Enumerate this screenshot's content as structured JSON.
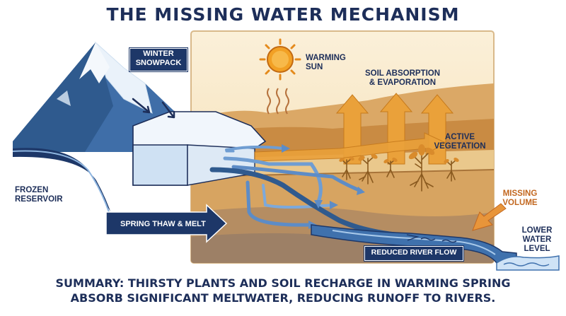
{
  "title": "THE MISSING WATER MECHANISM",
  "labels": {
    "winter_snowpack": "WINTER SNOWPACK",
    "warming_sun": "WARMING SUN",
    "soil_absorption": "SOIL ABSORPTION & EVAPORATION",
    "active_vegetation": "ACTIVE VEGETATION",
    "frozen_reservoir": "FROZEN RESERVOIR",
    "spring_thaw": "SPRING THAW & MELT",
    "missing_volume": "MISSING VOLUME",
    "lower_water_level": "LOWER WATER LEVEL",
    "reduced_river_flow": "REDUCED RIVER FLOW"
  },
  "summary": {
    "line1": "SUMMARY: THIRSTY PLANTS AND SOIL RECHARGE IN WARMING SPRING",
    "line2": "ABSORB SIGNIFICANT MELTWATER, REDUCING RUNOFF TO RIVERS."
  },
  "colors": {
    "navy": "#1d2e59",
    "water_blue": "#4f8ac9",
    "orange": "#e8a23b",
    "soil_brown": "#c99b5e",
    "sky_cream": "#f8e6c2"
  }
}
